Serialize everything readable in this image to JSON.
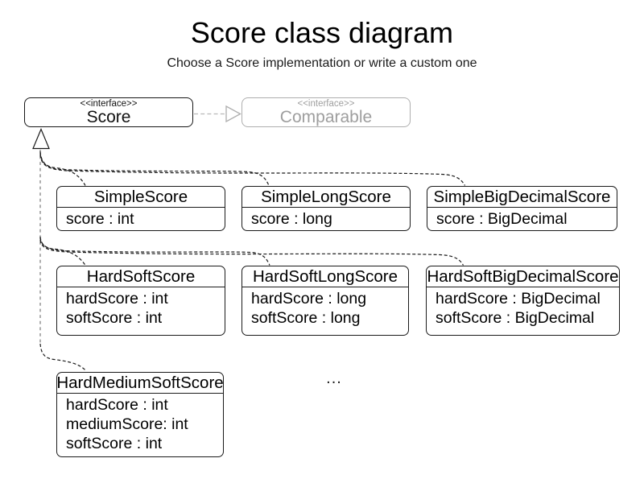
{
  "header": {
    "title": "Score class diagram",
    "subtitle": "Choose a Score implementation or write a custom one"
  },
  "nodes": {
    "score": {
      "stereotype": "<<interface>>",
      "name": "Score"
    },
    "comparable": {
      "stereotype": "<<interface>>",
      "name": "Comparable"
    }
  },
  "classes": [
    {
      "name": "SimpleScore",
      "attributes": [
        "score : int"
      ]
    },
    {
      "name": "SimpleLongScore",
      "attributes": [
        "score : long"
      ]
    },
    {
      "name": "SimpleBigDecimalScore",
      "attributes": [
        "score : BigDecimal"
      ]
    },
    {
      "name": "HardSoftScore",
      "attributes": [
        "hardScore : int",
        "softScore : int"
      ]
    },
    {
      "name": "HardSoftLongScore",
      "attributes": [
        "hardScore : long",
        "softScore : long"
      ]
    },
    {
      "name": "HardSoftBigDecimalScore",
      "attributes": [
        "hardScore : BigDecimal",
        "softScore : BigDecimal"
      ]
    },
    {
      "name": "HardMediumSoftScore",
      "attributes": [
        "hardScore : int",
        "mediumScore: int",
        "softScore : int"
      ]
    }
  ],
  "ellipsis_label": "...",
  "relations": [
    {
      "from": "Score",
      "to": "Comparable",
      "type": "realization"
    },
    {
      "from": "SimpleScore",
      "to": "Score",
      "type": "realization"
    },
    {
      "from": "SimpleLongScore",
      "to": "Score",
      "type": "realization"
    },
    {
      "from": "SimpleBigDecimalScore",
      "to": "Score",
      "type": "realization"
    },
    {
      "from": "HardSoftScore",
      "to": "Score",
      "type": "realization"
    },
    {
      "from": "HardSoftLongScore",
      "to": "Score",
      "type": "realization"
    },
    {
      "from": "HardSoftBigDecimalScore",
      "to": "Score",
      "type": "realization"
    },
    {
      "from": "HardMediumSoftScore",
      "to": "Score",
      "type": "realization"
    }
  ],
  "colors": {
    "ink": "#1a1a1a",
    "muted_border": "#aeaeae",
    "muted_text": "#9e9e9e",
    "muted_line": "#b9b9b9",
    "trunk_line": "#828282",
    "background": "#ffffff"
  }
}
